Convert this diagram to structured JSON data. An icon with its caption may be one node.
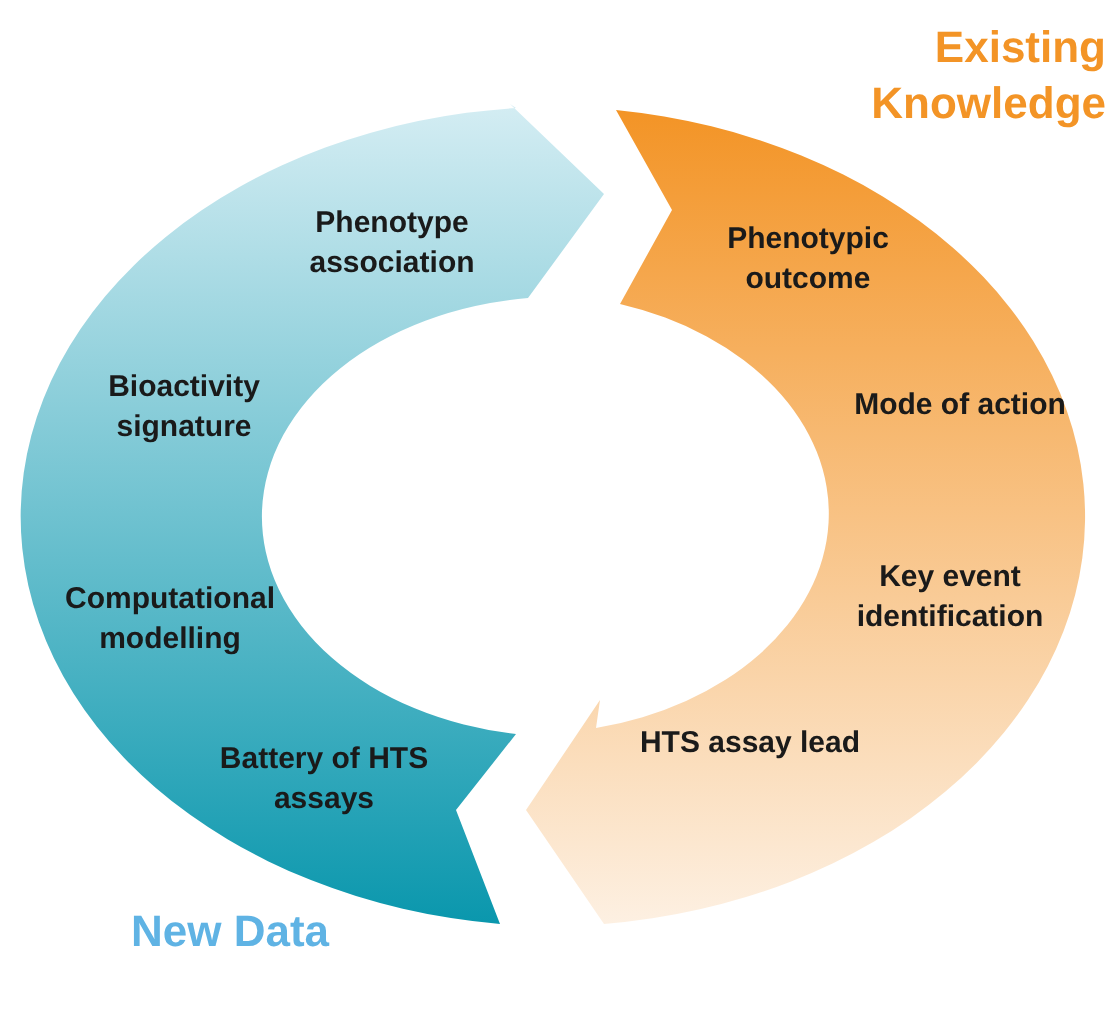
{
  "diagram": {
    "nodes": [
      {
        "text": [
          "Phenotype association",
          "Bioactivity signature",
          "Computational modelling",
          "Battery of HTS assays"
        ],
        "beside": [
          "New Data"
        ]
      },
      {
        "text": [
          "Phenotypic outcome",
          "Mode of action",
          "Key event identification",
          "HTS assay lead"
        ],
        "beside": [
          "Existing Knowledge"
        ]
      }
    ]
  }
}
